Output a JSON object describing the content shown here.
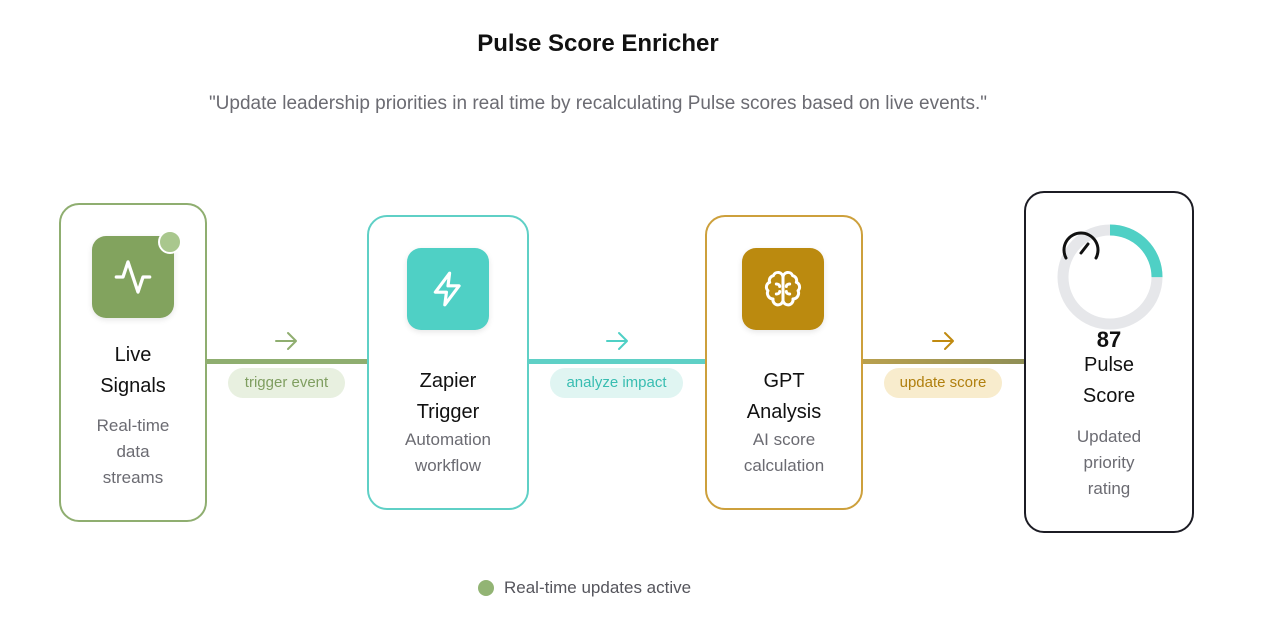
{
  "title": "Pulse Score Enricher",
  "subtitle": "\"Update leadership priorities in real time by recalculating Pulse scores based on live events.\"",
  "steps": [
    {
      "title_lines": [
        "Live",
        "Signals"
      ],
      "description_lines": [
        "Real-time",
        "data",
        "streams"
      ],
      "icon": "activity-pulse-icon",
      "color": "#8fae70"
    },
    {
      "title_lines": [
        "Zapier",
        "Trigger"
      ],
      "description_lines": [
        "Automation",
        "workflow"
      ],
      "icon": "lightning-bolt-icon",
      "color": "#5fd0c6"
    },
    {
      "title_lines": [
        "GPT",
        "Analysis"
      ],
      "description_lines": [
        "AI score",
        "calculation"
      ],
      "icon": "brain-icon",
      "color": "#cda03c"
    },
    {
      "score": "87",
      "score_progress": 0.25,
      "title_lines": [
        "Pulse",
        "Score"
      ],
      "description_lines": [
        "Updated",
        "priority",
        "rating"
      ],
      "icon": "gauge-icon",
      "color": "#1c1c24"
    }
  ],
  "connectors": [
    {
      "label": "trigger event",
      "color": "#8fae70"
    },
    {
      "label": "analyze impact",
      "color": "#5fd0c6"
    },
    {
      "label": "update score",
      "color": "#cda03c"
    }
  ],
  "status": {
    "text": "Real-time updates active",
    "color": "#92b474"
  }
}
